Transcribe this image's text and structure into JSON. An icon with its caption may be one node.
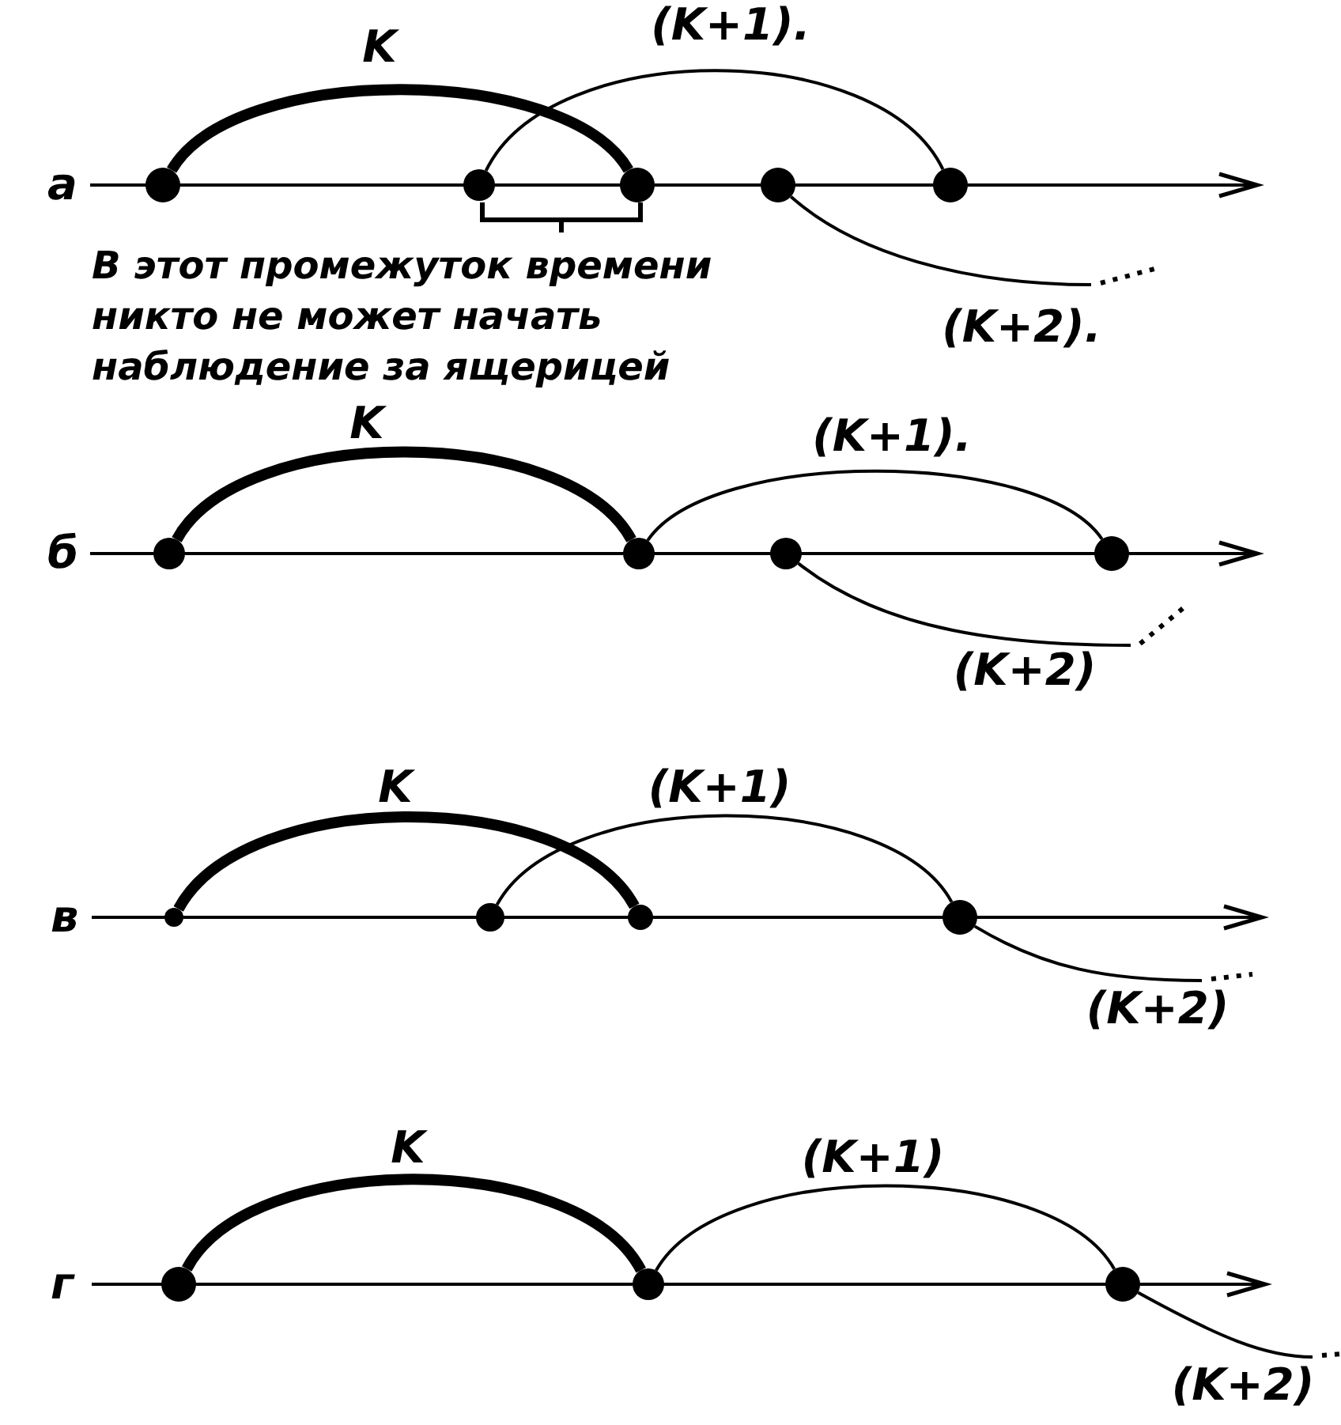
{
  "diagram": {
    "nodes": [
      {
        "text": [],
        "shape": "circle"
      },
      {
        "text": [],
        "shape": "circle"
      },
      {
        "text": [],
        "shape": "circle"
      },
      {
        "text": [],
        "shape": "circle"
      },
      {
        "text": [],
        "shape": "circle"
      },
      {
        "text": [],
        "shape": "circle"
      },
      {
        "text": [],
        "shape": "circle"
      },
      {
        "text": [],
        "shape": "circle"
      },
      {
        "text": [],
        "shape": "circle"
      },
      {
        "text": [],
        "shape": "circle"
      },
      {
        "text": [],
        "shape": "circle"
      },
      {
        "text": [],
        "shape": "circle"
      },
      {
        "text": [],
        "shape": "circle"
      },
      {
        "text": [],
        "shape": "circle"
      },
      {
        "text": [],
        "shape": "circle"
      },
      {
        "text": [],
        "shape": "circle"
      }
    ],
    "edges": [
      {
        "from": 0,
        "to": 2,
        "arrow": "none",
        "label": "K",
        "style": "thick"
      },
      {
        "from": 1,
        "to": 4,
        "arrow": "none",
        "label": "(K+1)."
      },
      {
        "from": 3,
        "to": null,
        "arrow": "none",
        "label": "(K+2)."
      },
      {
        "from": 5,
        "to": 6,
        "arrow": "none",
        "label": "K",
        "style": "thick"
      },
      {
        "from": 6,
        "to": 8,
        "arrow": "none",
        "label": "(K+1)."
      },
      {
        "from": 7,
        "to": null,
        "arrow": "none",
        "label": "(K+2)"
      },
      {
        "from": 9,
        "to": 11,
        "arrow": "none",
        "label": "K",
        "style": "thick"
      },
      {
        "from": 10,
        "to": 12,
        "arrow": "none",
        "label": "(K+1)"
      },
      {
        "from": 12,
        "to": null,
        "arrow": "none",
        "label": "(K+2)"
      },
      {
        "from": 13,
        "to": 14,
        "arrow": "none",
        "label": "K",
        "style": "thick"
      },
      {
        "from": 14,
        "to": 15,
        "arrow": "none",
        "label": "(K+1)"
      },
      {
        "from": 15,
        "to": null,
        "arrow": "none",
        "label": "(K+2)"
      }
    ],
    "labels": [
      "а",
      "В этот промежуток времени никто не может начать наблюдение за ящерицей",
      "б",
      "в",
      "г"
    ]
  }
}
